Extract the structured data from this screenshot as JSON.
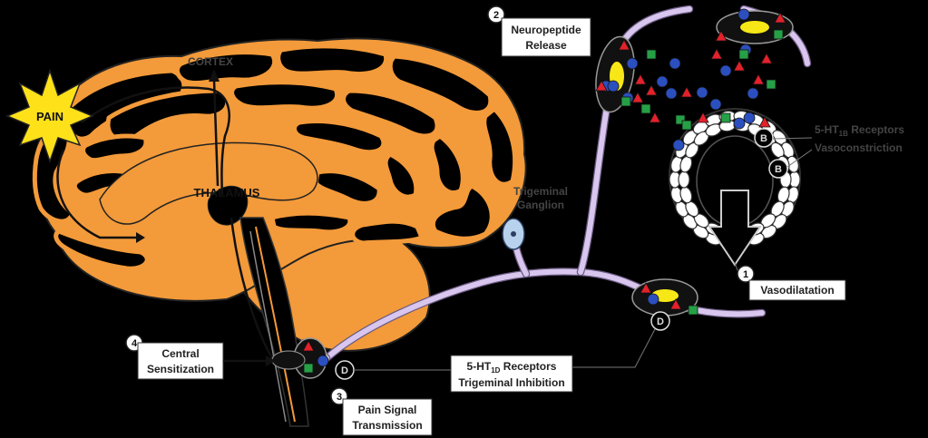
{
  "labels": {
    "pain": "PAIN",
    "cortex": "CORTEX",
    "thalamus": "THALAMUS",
    "trigeminal_ganglion_line1": "Trigeminal",
    "trigeminal_ganglion_line2": "Ganglion",
    "ht1b_line1_prefix": "5-HT",
    "ht1b_sub": "1B",
    "ht1b_line1_suffix": " Receptors",
    "ht1b_line2": "Vasoconstriction",
    "ht1d_line1_prefix": "5-HT",
    "ht1d_sub": "1D",
    "ht1d_line1_suffix": " Receptors",
    "ht1d_line2": "Trigeminal Inhibition",
    "receptor_b": "B",
    "receptor_d": "D"
  },
  "steps": [
    {
      "number": "1",
      "line1": "Vasodilatation",
      "line2": ""
    },
    {
      "number": "2",
      "line1": "Neuropeptide",
      "line2": "Release"
    },
    {
      "number": "3",
      "line1": "Pain Signal",
      "line2": "Transmission"
    },
    {
      "number": "4",
      "line1": "Central",
      "line2": "Sensitization"
    }
  ],
  "colors": {
    "background": "#000000",
    "brain_fill": "#f39a3a",
    "nerve": "#d8c6ee",
    "marker_red": "#e3212b",
    "marker_blue": "#2b4fbf",
    "marker_green": "#26a046",
    "vesicle_yellow": "#f7e716",
    "pain_star": "#ffe11a"
  }
}
